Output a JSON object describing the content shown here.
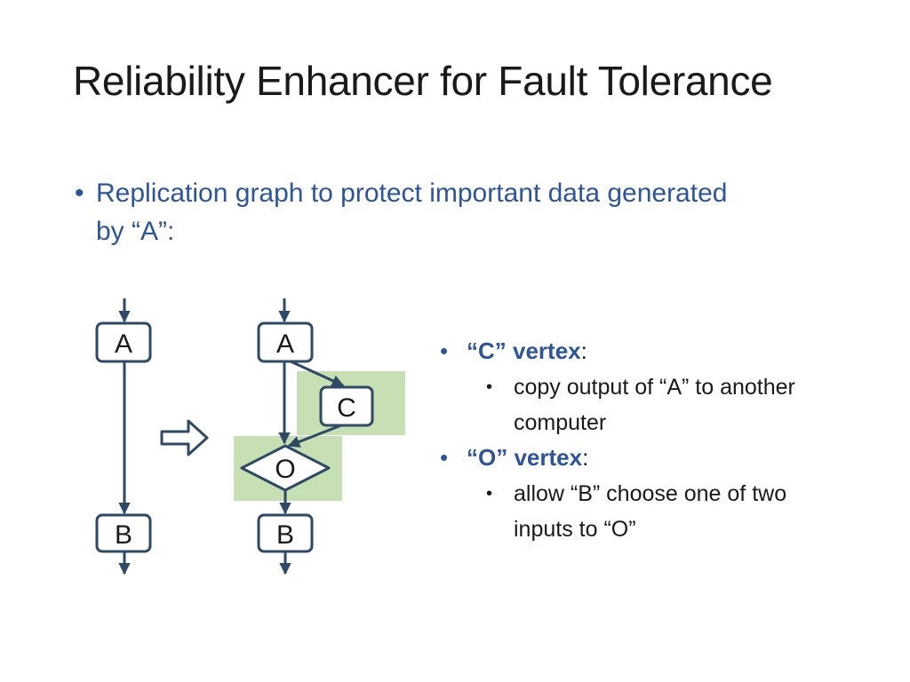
{
  "slide": {
    "title": "Reliability Enhancer for Fault Tolerance",
    "bullet_marker": "•",
    "intro": "Replication graph to protect important data generated by “A”:"
  },
  "diagram": {
    "before": {
      "top_node": "A",
      "bottom_node": "B"
    },
    "after": {
      "top_node": "A",
      "copy_node": "C",
      "output_node": "O",
      "bottom_node": "B"
    },
    "colors": {
      "node_border": "#2e4a66",
      "edge": "#2e4a66",
      "highlight": "#c6e0b4",
      "arrow_outline": "#2e4a66"
    }
  },
  "details": [
    {
      "heading": "“C” vertex",
      "colon": ":",
      "sub": "copy output of “A” to another computer"
    },
    {
      "heading": "“O” vertex",
      "colon": ":",
      "sub": "allow “B” choose one of two inputs to “O”"
    }
  ]
}
